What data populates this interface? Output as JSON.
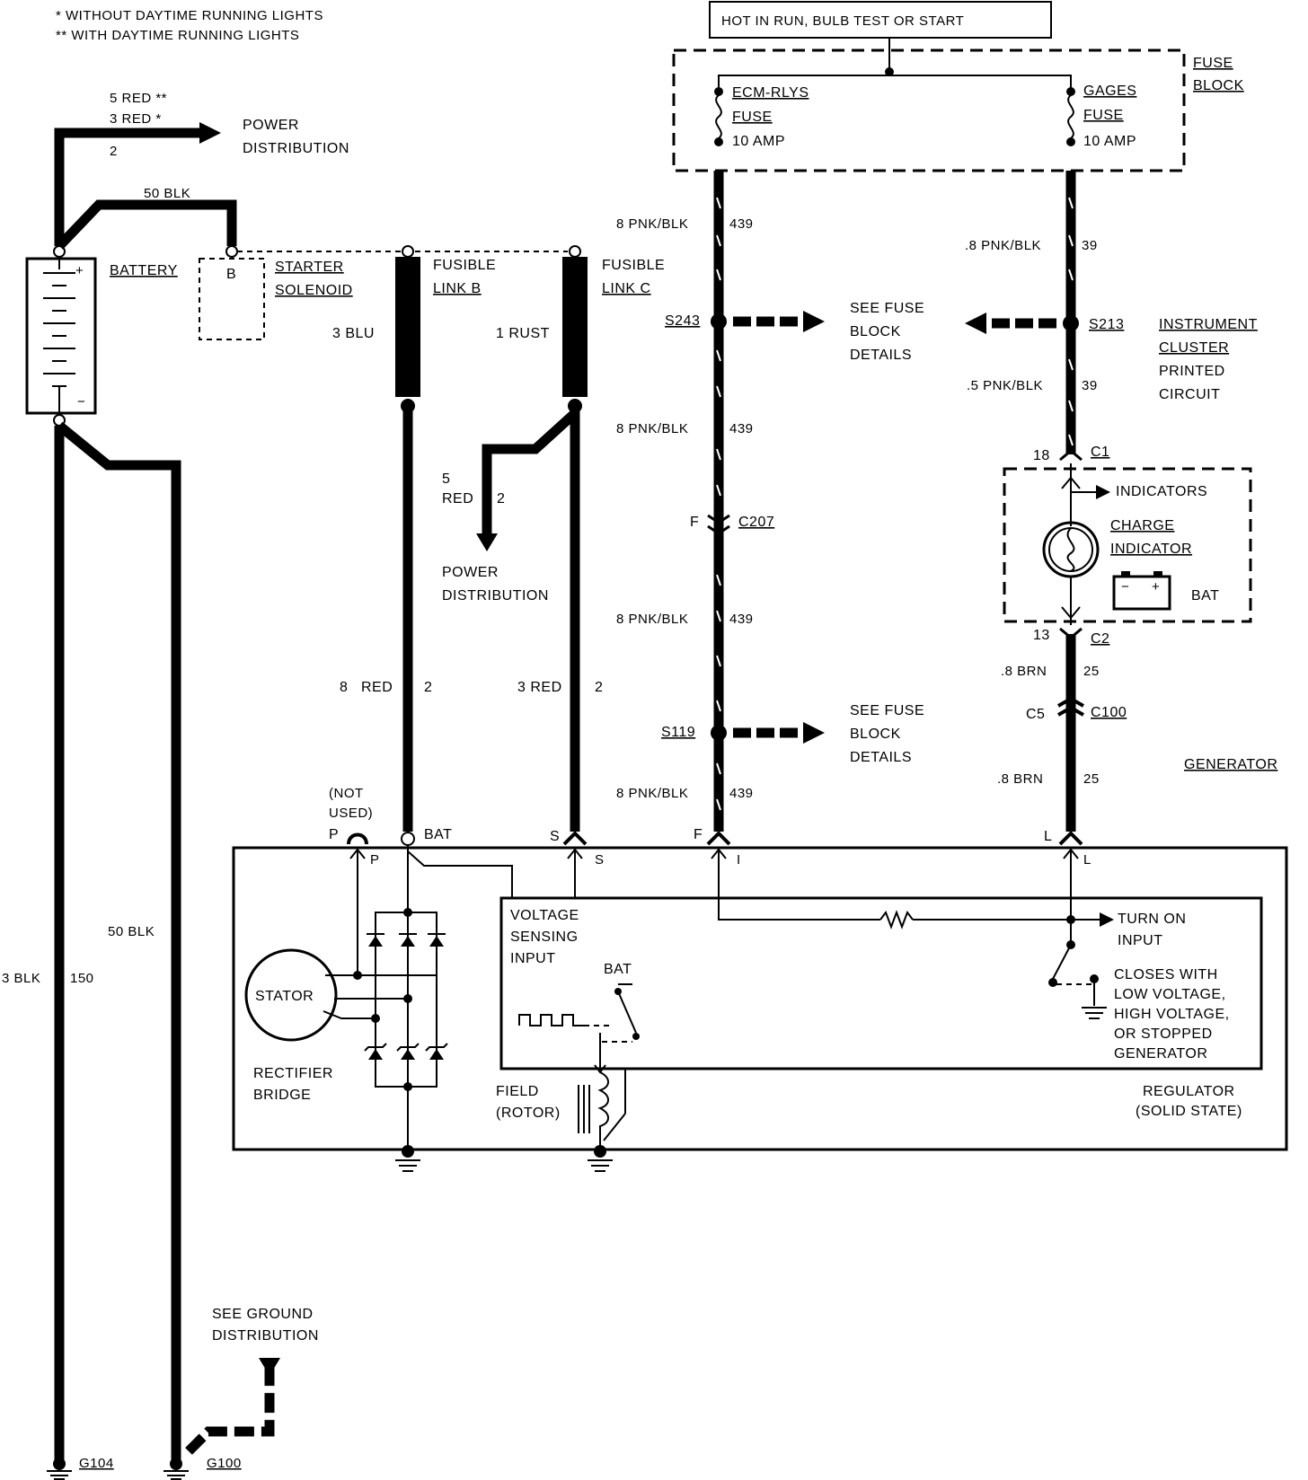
{
  "notes": {
    "without_drl": "* WITHOUT DAYTIME RUNNING LIGHTS",
    "with_drl": "** WITH DAYTIME RUNNING LIGHTS"
  },
  "header_box": "HOT IN RUN, BULB TEST OR START",
  "fuse_block": {
    "label_1": "FUSE",
    "label_2": "BLOCK",
    "ecm_fuse_1": "ECM-RLYS",
    "ecm_fuse_2": "FUSE",
    "ecm_fuse_3": "10 AMP",
    "gages_fuse_1": "GAGES",
    "gages_fuse_2": "FUSE",
    "gages_fuse_3": "10 AMP"
  },
  "power_dist_top": {
    "wire_a": "5 RED **",
    "wire_b": "3 RED *",
    "circuit": "2",
    "label_1": "POWER",
    "label_2": "DISTRIBUTION"
  },
  "battery": {
    "label": "BATTERY",
    "plus": "+",
    "minus": "−",
    "wire_top": "50 BLK"
  },
  "starter": {
    "terminal": "B",
    "label_1": "STARTER",
    "label_2": "SOLENOID"
  },
  "fusible_b": {
    "label_1": "FUSIBLE",
    "label_2": "LINK B",
    "wire": "3 BLU"
  },
  "fusible_c": {
    "label_1": "FUSIBLE",
    "label_2": "LINK C",
    "wire": "1 RUST"
  },
  "power_dist_mid": {
    "wire_gauge": "5",
    "wire_color": "RED",
    "circuit": "2",
    "label_1": "POWER",
    "label_2": "DISTRIBUTION"
  },
  "ecm_circuit": {
    "w1_left": "8 PNK/BLK",
    "w1_right": "439",
    "splice_1": "S243",
    "w2_left": "8 PNK/BLK",
    "w2_right": "439",
    "conn_pin": "F",
    "conn": "C207",
    "w3_left": "8 PNK/BLK",
    "w3_right": "439",
    "splice_2": "S119",
    "w4_left": "8 PNK/BLK",
    "w4_right": "439"
  },
  "see_fuse_1": {
    "l1": "SEE FUSE",
    "l2": "BLOCK",
    "l3": "DETAILS"
  },
  "see_fuse_2": {
    "l1": "SEE FUSE",
    "l2": "BLOCK",
    "l3": "DETAILS"
  },
  "gages_circuit": {
    "w1_left": ".8 PNK/BLK",
    "w1_right": "39",
    "splice": "S213",
    "w2_left": ".5 PNK/BLK",
    "w2_right": "39",
    "c1_pin": "18",
    "c1": "C1",
    "c2_pin": "13",
    "c2": "C2",
    "w3_left": ".8 BRN",
    "w3_right": "25",
    "c100_pin": "C5",
    "c100": "C100",
    "w4_left": ".8 BRN",
    "w4_right": "25"
  },
  "instrument_cluster": {
    "l1": "INSTRUMENT",
    "l2": "CLUSTER",
    "l3": "PRINTED",
    "l4": "CIRCUIT"
  },
  "cluster_box": {
    "indicators": "INDICATORS",
    "charge_1": "CHARGE",
    "charge_2": "INDICATOR",
    "bat": "BAT"
  },
  "left_wires": {
    "red_8": "8",
    "red_8_color": "RED",
    "red_8_circuit": "2",
    "red_3": "3 RED",
    "red_3_circuit": "2",
    "blk_3": "3 BLK",
    "blk_3_circuit": "150",
    "blk_50": "50 BLK"
  },
  "generator": {
    "label": "GENERATOR",
    "not_used_1": "(NOT",
    "not_used_2": "USED)",
    "term_p": "P",
    "term_p_in": "P",
    "term_bat": "BAT",
    "term_s": "S",
    "term_s_in": "S",
    "term_f": "F",
    "term_i": "I",
    "term_l": "L",
    "term_l_in": "L",
    "stator": "STATOR",
    "rectifier_1": "RECTIFIER",
    "rectifier_2": "BRIDGE",
    "vsi_1": "VOLTAGE",
    "vsi_2": "SENSING",
    "vsi_3": "INPUT",
    "bat_in": "BAT",
    "field_1": "FIELD",
    "field_2": "(ROTOR)",
    "turn_on_1": "TURN ON",
    "turn_on_2": "INPUT",
    "closes_1": "CLOSES WITH",
    "closes_2": "LOW VOLTAGE,",
    "closes_3": "HIGH VOLTAGE,",
    "closes_4": "OR STOPPED",
    "closes_5": "GENERATOR",
    "regulator_1": "REGULATOR",
    "regulator_2": "(SOLID STATE)"
  },
  "ground": {
    "see_1": "SEE GROUND",
    "see_2": "DISTRIBUTION",
    "g104": "G104",
    "g100": "G100"
  }
}
